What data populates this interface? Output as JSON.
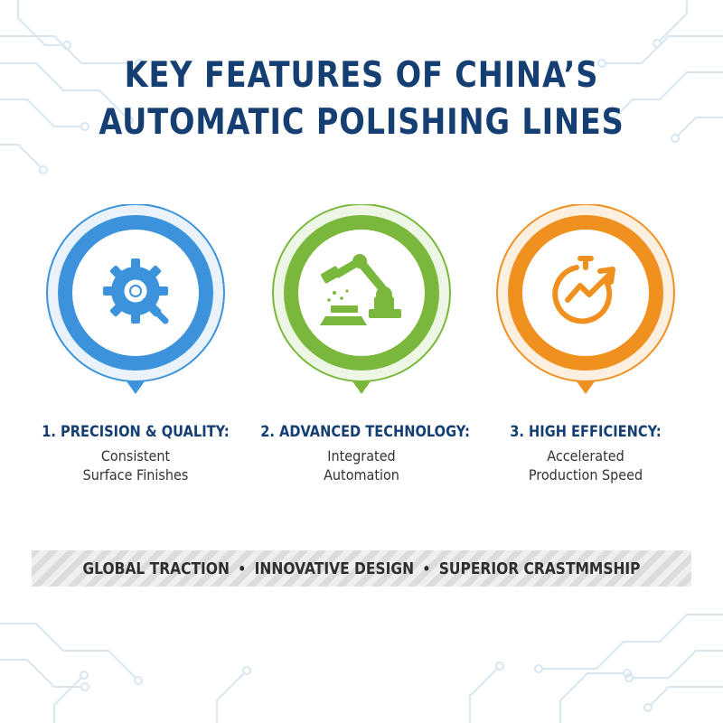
{
  "title": {
    "line1": "KEY FEATURES OF CHINA’S",
    "line2": "AUTOMATIC POLISHING LINES"
  },
  "colors": {
    "title": "#153f73",
    "blue": "#3c93dc",
    "green": "#7ab83d",
    "orange": "#f0901e"
  },
  "features": [
    {
      "label": "1. PRECISION & QUALITY:",
      "desc_line1": "Consistent",
      "desc_line2": "Surface Finishes",
      "icon": "gear-magnifier-icon"
    },
    {
      "label": "2. ADVANCED TECHNOLOGY:",
      "desc_line1": "Integrated",
      "desc_line2": "Automation",
      "icon": "robot-arm-icon"
    },
    {
      "label": "3. HIGH EFFICIENCY:",
      "desc_line1": "Accelerated",
      "desc_line2": "Production Speed",
      "icon": "clock-growth-arrow-icon"
    }
  ],
  "banner": {
    "item1": "GLOBAL TRACTION",
    "item2": "INNOVATIVE DESIGN",
    "item3": "SUPERIOR CRASTMMSHIP",
    "separator": "•"
  }
}
